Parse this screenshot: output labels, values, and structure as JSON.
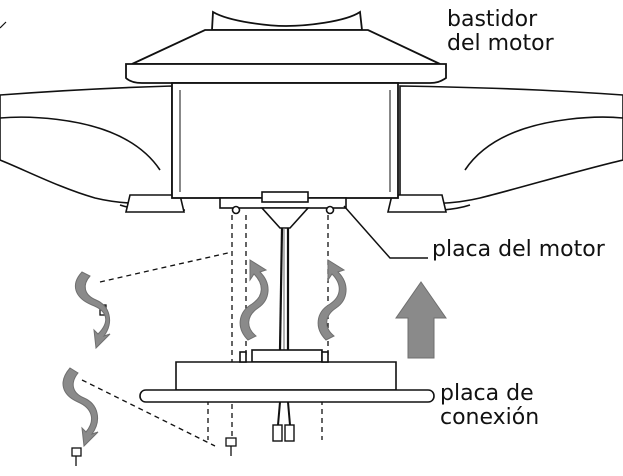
{
  "labels": {
    "motor_housing": [
      "bastidor",
      "del motor"
    ],
    "motor_plate": "placa del motor",
    "connection_plate": [
      "placa de",
      "conexión"
    ]
  },
  "colors": {
    "line": "#111111",
    "arrow_fill": "#8a8a8a",
    "arrow_dark": "#6f6f6f",
    "white": "#ffffff"
  }
}
